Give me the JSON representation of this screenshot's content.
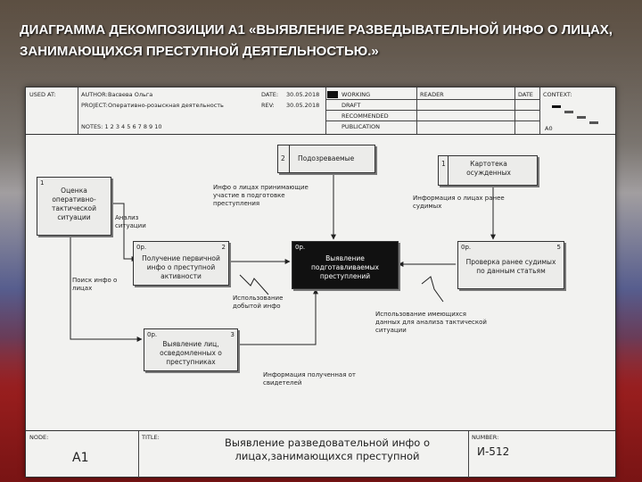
{
  "slide": {
    "title": "ДИАГРАММА ДЕКОМПОЗИЦИИ А1 «ВЫЯВЛЕНИЕ РАЗВЕДЫВАТЕЛЬНОЙ ИНФО О ЛИЦАХ, ЗАНИМАЮЩИХСЯ ПРЕСТУПНОЙ ДЕЯТЕЛЬНОСТЬЮ.»"
  },
  "header": {
    "used_at": "USED AT:",
    "author_label": "AUTHOR:",
    "author": "Васвева Ольга",
    "project_label": "PROJECT:",
    "project": "Оперативно-розыскная деятельность",
    "date_label": "DATE:",
    "date": "30.05.2018",
    "rev_label": "REV:",
    "rev": "30.05.2018",
    "notes": "NOTES:  1  2  3  4  5  6  7  8  9  10",
    "status": [
      "WORKING",
      "DRAFT",
      "RECOMMENDED",
      "PUBLICATION"
    ],
    "reader_label": "READER",
    "reader_date_label": "DATE",
    "context_label": "CONTEXT:",
    "context_node": "A0"
  },
  "diagram": {
    "boxes": [
      {
        "text": "Оценка оперативно-тактической ситуации",
        "num": "1"
      },
      {
        "text": "Получение первичной инфо о преступной активности",
        "num": "2",
        "tag": "0р."
      },
      {
        "text": "Выявление подготавливаемых преступлений",
        "num": "",
        "tag": "0р."
      },
      {
        "text": "Выявление лиц, осведомленных о преступниках",
        "num": "3",
        "tag": "0р."
      },
      {
        "text": "Проверка ранее судимых по данным статьям",
        "num": "5",
        "tag": "0р."
      }
    ],
    "externals": [
      {
        "text": "Подозреваемые",
        "num": "2"
      },
      {
        "text": "Картотека осужденных",
        "num": "1"
      }
    ],
    "labels": {
      "suspects_info": "Инфо о лицах принимающие участие в подготовке преступления",
      "previously_convicted": "Информация о лицах ранее судимых",
      "analysis": "Анализ ситуации",
      "search_info": "Поиск инфо о лицах",
      "use_obtained": "Использование добытой инфо",
      "use_data": "Использование имеющихся данных для анализа тактической ситуации",
      "witness_info": "Информация полученная от свидетелей"
    }
  },
  "footer": {
    "node_label": "NODE:",
    "node": "A1",
    "title_label": "TITLE:",
    "title": "Выявление разведовательной инфо о лицах,занимающихся преступной",
    "number_label": "NUMBER:",
    "number": "И-512"
  },
  "colors": {
    "title_text": "#ffffff",
    "selected_box": "#111111",
    "sheet": "#f2f2f0"
  }
}
